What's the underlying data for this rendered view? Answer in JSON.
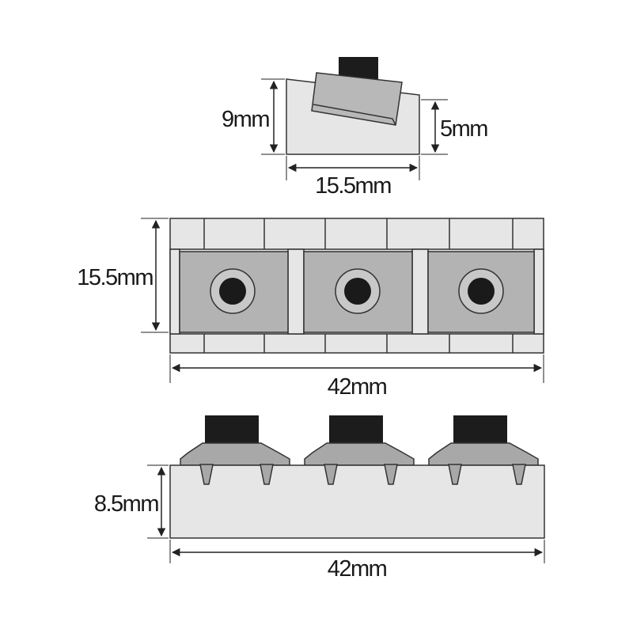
{
  "labels": {
    "top_height": "9mm",
    "top_slot_height": "5mm",
    "top_width": "15.5mm",
    "middle_height": "15.5mm",
    "middle_width": "42mm",
    "bottom_height": "8.5mm",
    "bottom_width": "42mm"
  },
  "colors": {
    "body_fill": "#e6e6e6",
    "insert_fill": "#b3b3b3",
    "hole_dark": "#1a1a1a",
    "knob_dark": "#1c1c1c",
    "outline": "#333333"
  }
}
